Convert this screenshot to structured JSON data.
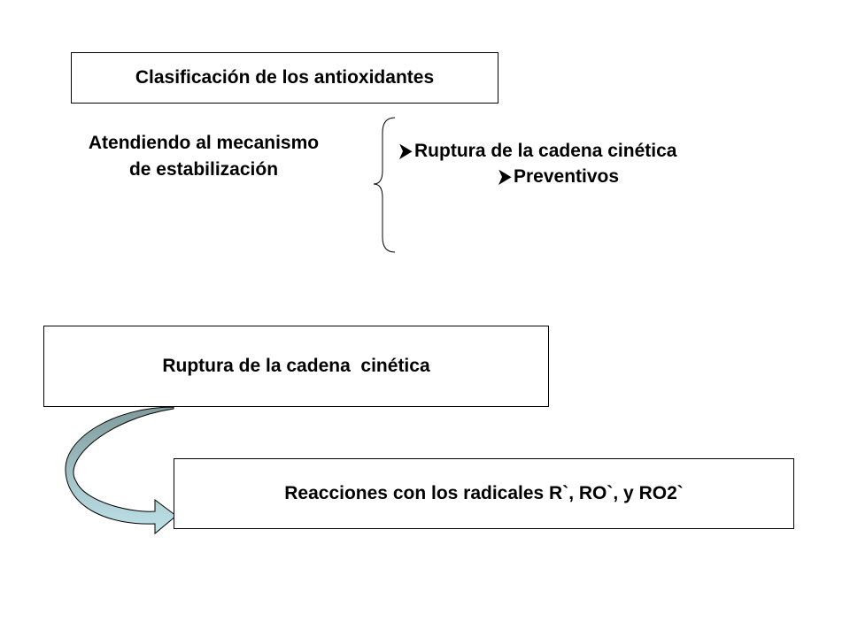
{
  "header": {
    "title": "Clasificación de los antioxidantes"
  },
  "criterion": {
    "line1": "Atendiendo al mecanismo",
    "line2": "de estabilización"
  },
  "options": [
    {
      "label": "Ruptura de la cadena cinética",
      "icon": "arrow-bullet-icon"
    },
    {
      "label": "Preventivos",
      "icon": "arrow-bullet-icon"
    }
  ],
  "flow": {
    "rupture_label": "Ruptura de la cadena  cinética",
    "reactions_label": "Reacciones con los radicales R`, RO`, y RO2`"
  },
  "colors": {
    "arrow_top": "#7f9a9a",
    "arrow_bottom": "#bfe3ea",
    "stroke": "#000000"
  }
}
